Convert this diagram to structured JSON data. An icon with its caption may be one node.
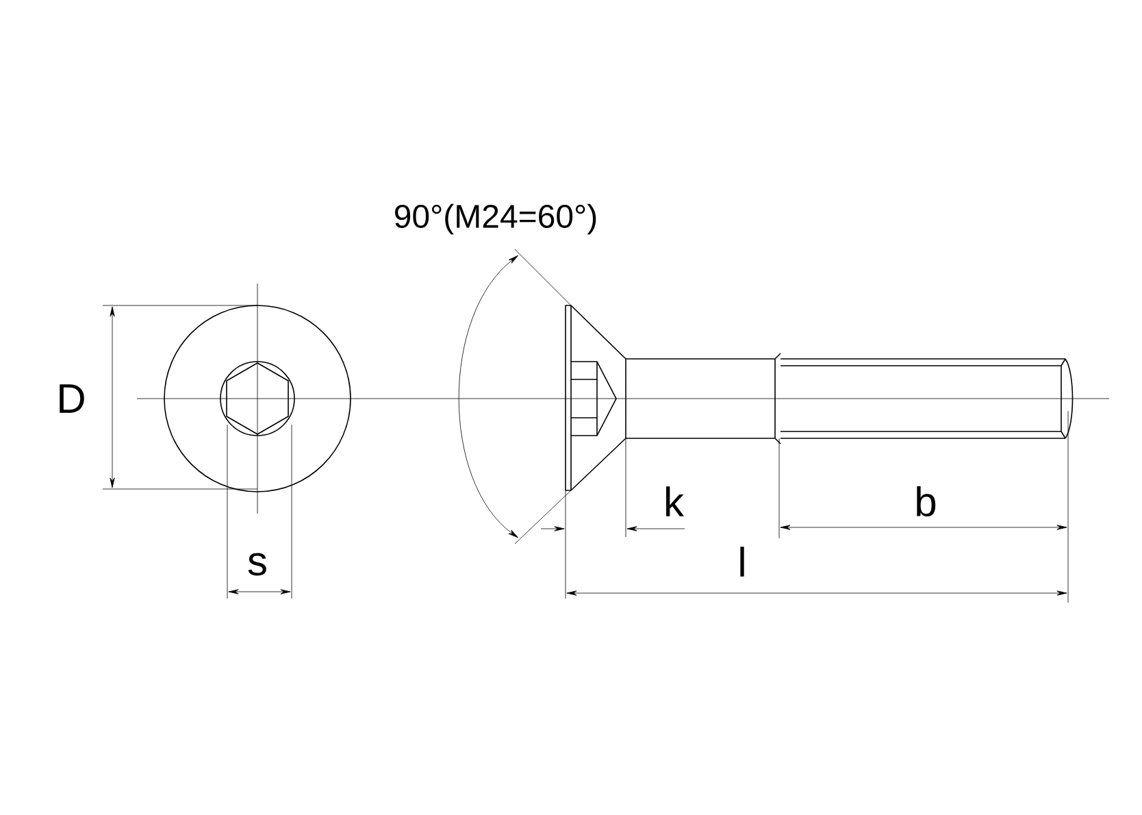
{
  "diagram": {
    "labels": [
      "90°(M24=60°)",
      "D",
      "s",
      "k",
      "b",
      "l"
    ]
  }
}
